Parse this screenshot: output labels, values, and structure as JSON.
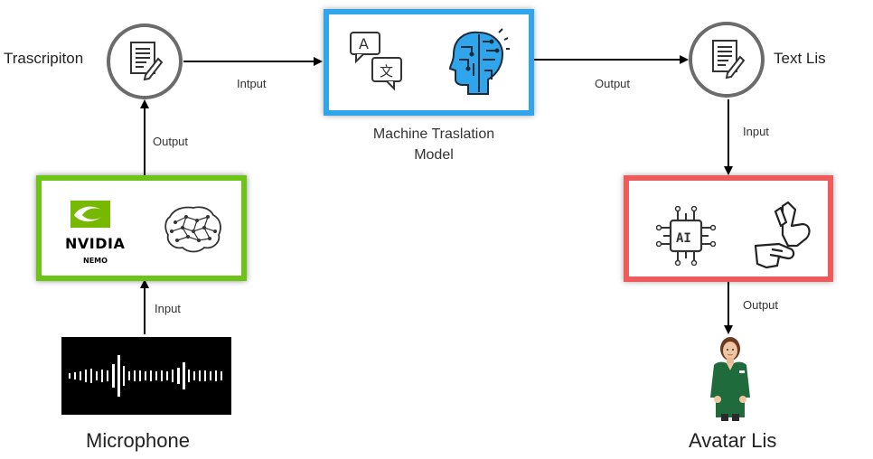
{
  "nodes": {
    "transcription": {
      "label": "Trascripiton",
      "icon": "document-pen-icon"
    },
    "text_lis": {
      "label": "Text Lis",
      "icon": "document-pen-icon"
    },
    "machine_translation": {
      "label_line1": "Machine Traslation",
      "label_line2": "Model",
      "icons": [
        "translate-icon",
        "ai-brain-icon"
      ]
    },
    "nemo": {
      "brand": "NVIDIA",
      "product": "NEMO",
      "icons": [
        "nvidia-logo-icon",
        "neural-brain-icon"
      ]
    },
    "ai_sign": {
      "icons": [
        "ai-chip-icon",
        "sign-language-hands-icon"
      ]
    },
    "microphone": {
      "label": "Microphone",
      "icon": "waveform-icon"
    },
    "avatar": {
      "label": "Avatar Lis",
      "icon": "avatar-woman-icon"
    }
  },
  "edges": {
    "transcription_to_translation": "Intput",
    "translation_to_textlis": "Output",
    "nemo_to_transcription": "Output",
    "mic_to_nemo": "Input",
    "textlis_to_ai": "Input",
    "ai_to_avatar": "Output"
  },
  "colors": {
    "green": "#6cc417",
    "blue": "#2fa6ec",
    "red": "#ef5b5b",
    "circle_border": "#6b6b6b"
  }
}
